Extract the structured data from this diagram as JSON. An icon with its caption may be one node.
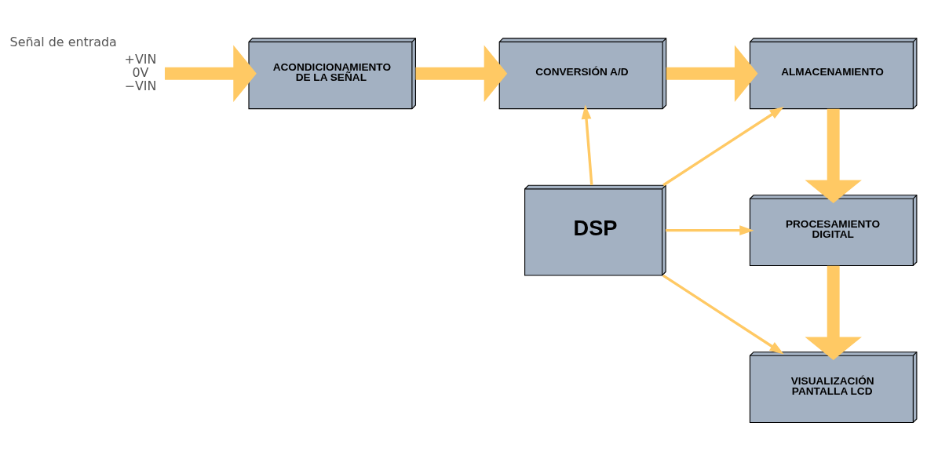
{
  "diagram": {
    "nodes": [
      {
        "text": [
          "+VIN",
          "0V",
          "−VIN"
        ],
        "beside": [
          "Señal de entrada"
        ]
      },
      {
        "text": [
          "ACONDICIONAMIENTO DE LA SEÑAL"
        ]
      },
      {
        "text": [
          "CONVERSIÓN A/D"
        ]
      },
      {
        "text": [
          "ALMACENAMIENTO"
        ]
      },
      {
        "text": [
          "DSP"
        ]
      },
      {
        "text": [
          "PROCESAMIENTO DIGITAL"
        ]
      },
      {
        "text": [
          "VISUALIZACIÓN PANTALLA LCD"
        ]
      }
    ],
    "edges": [
      {
        "from": 0,
        "to": 1,
        "arrow": "to"
      },
      {
        "from": 1,
        "to": 2,
        "arrow": "to"
      },
      {
        "from": 2,
        "to": 3,
        "arrow": "to"
      },
      {
        "from": 4,
        "to": 2,
        "arrow": "to"
      },
      {
        "from": 4,
        "to": 3,
        "arrow": "to"
      },
      {
        "from": 3,
        "to": 5,
        "arrow": "to"
      },
      {
        "from": 4,
        "to": 5,
        "arrow": "to"
      },
      {
        "from": 5,
        "to": 6,
        "arrow": "to"
      },
      {
        "from": 4,
        "to": 6,
        "arrow": "to"
      }
    ]
  }
}
